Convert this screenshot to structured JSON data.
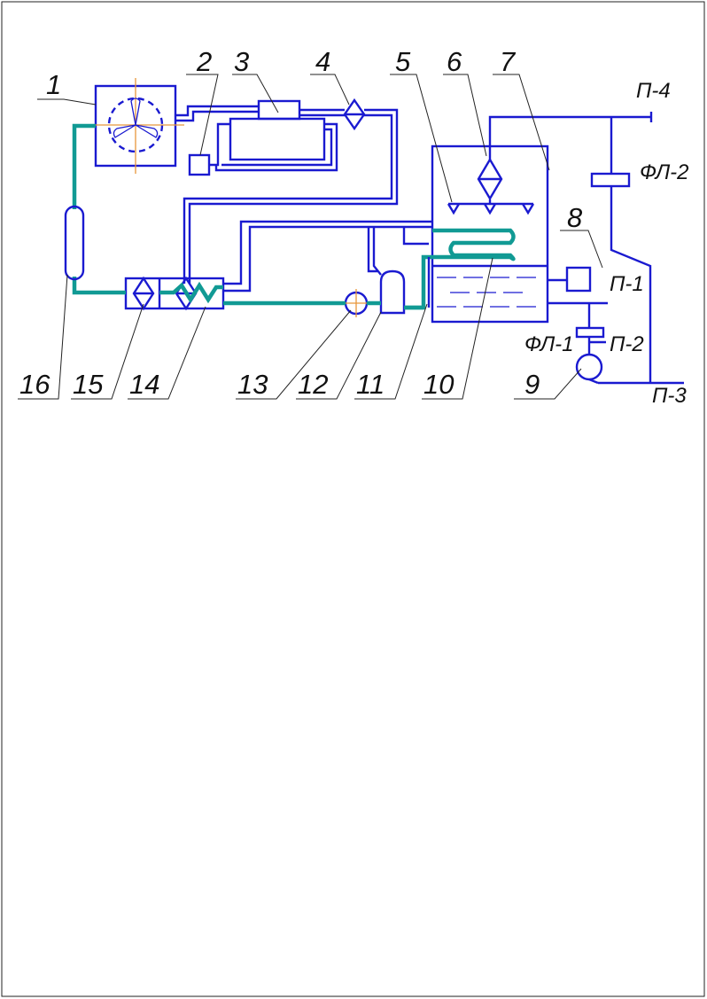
{
  "diagram": {
    "component_numbers": [
      "1",
      "2",
      "3",
      "4",
      "5",
      "6",
      "7",
      "8",
      "9",
      "10",
      "11",
      "12",
      "13",
      "14",
      "15",
      "16"
    ],
    "line_tags": {
      "p1": "П-1",
      "p2": "П-2",
      "p3": "П-3",
      "p4": "П-4",
      "f1": "ФЛ-1",
      "f2": "ФЛ-2"
    },
    "colors": {
      "water_line": "#1a1ad0",
      "refrigerant_line": "#119a94",
      "axis_mark": "#e8963a",
      "frame": "#222222"
    }
  }
}
